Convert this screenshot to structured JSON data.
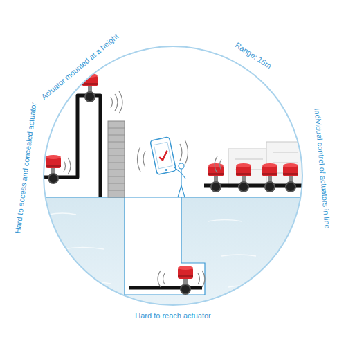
{
  "diagram": {
    "labels": [
      "Hard to access and concealed actuator",
      "Actuator mounted at a height",
      "Range: 15m",
      "Individual control of actuators in line",
      "Hard to reach actuator"
    ]
  }
}
